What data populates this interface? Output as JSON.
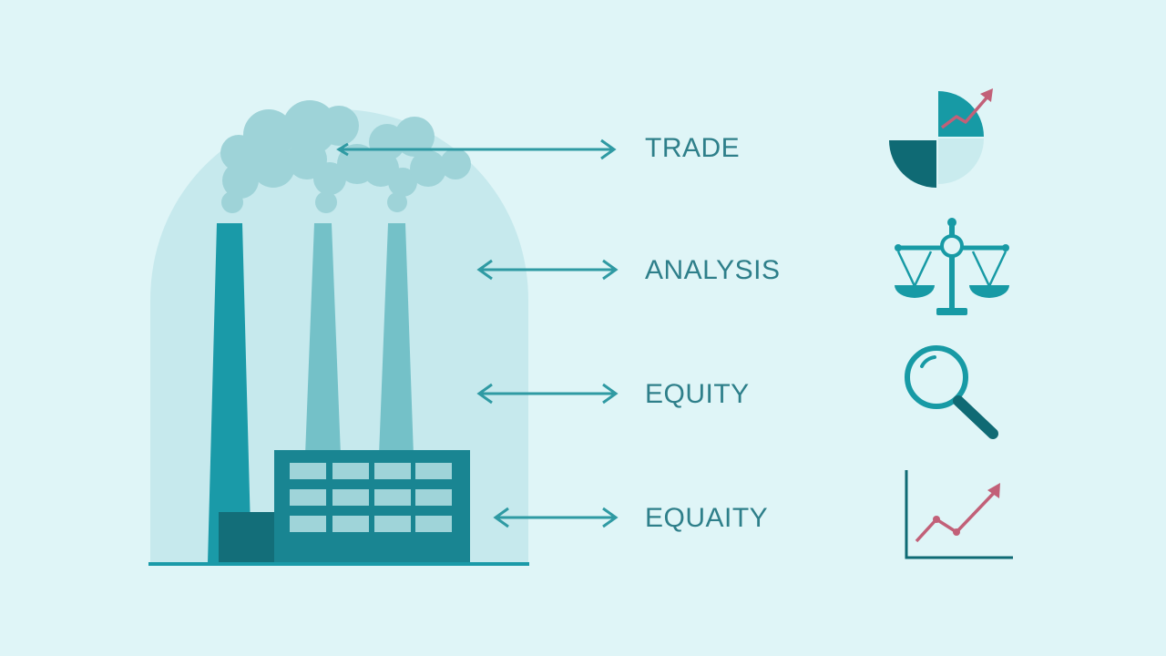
{
  "colors": {
    "background": "#dff5f7",
    "dome": "#c6e9ed",
    "smoke": "#9ed3d8",
    "chimney_dark": "#1a9aa8",
    "chimney_light": "#74c1c8",
    "building": "#198592",
    "building_dark": "#136e79",
    "window": "#9fd4d9",
    "ground": "#1a9aa8",
    "arrow": "#2f9aa3",
    "text": "#2e7f8a",
    "icon_dark": "#0f6a74",
    "icon_teal": "#179aa5",
    "icon_light": "#c9ebee",
    "icon_accent": "#c26078"
  },
  "labels": [
    {
      "id": "trade",
      "text": "TRADE",
      "icon": "pie-chart-trend-icon"
    },
    {
      "id": "analysis",
      "text": "ANALYSIS",
      "icon": "balance-scale-icon"
    },
    {
      "id": "equity",
      "text": "EQUITY",
      "icon": "magnifying-glass-icon"
    },
    {
      "id": "equaity",
      "text": "EQUAITY",
      "icon": "line-chart-growth-icon"
    }
  ]
}
